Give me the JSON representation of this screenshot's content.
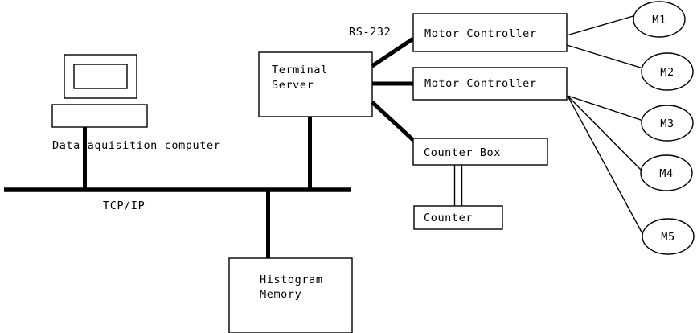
{
  "diagram": {
    "title": "Data acquisition system block diagram",
    "background_color": "#ffffff",
    "line_color": "#000000",
    "nodes": {
      "terminal_server": {
        "label_line1": "Terminal",
        "label_line2": "Server"
      },
      "motor_controller_1": {
        "label": "Motor Controller"
      },
      "motor_controller_2": {
        "label": "Motor Controller"
      },
      "counter_box": {
        "label": "Counter Box"
      },
      "counter": {
        "label": "Counter"
      },
      "histogram_memory": {
        "label_line1": "Histogram",
        "label_line2": "Memory"
      },
      "computer": {
        "caption": "Data aquisition computer"
      }
    },
    "motors": [
      {
        "label": "M1"
      },
      {
        "label": "M2"
      },
      {
        "label": "M3"
      },
      {
        "label": "M4"
      },
      {
        "label": "M5"
      }
    ],
    "connections": {
      "bus_label": "TCP/IP",
      "serial_label": "RS-232"
    }
  }
}
